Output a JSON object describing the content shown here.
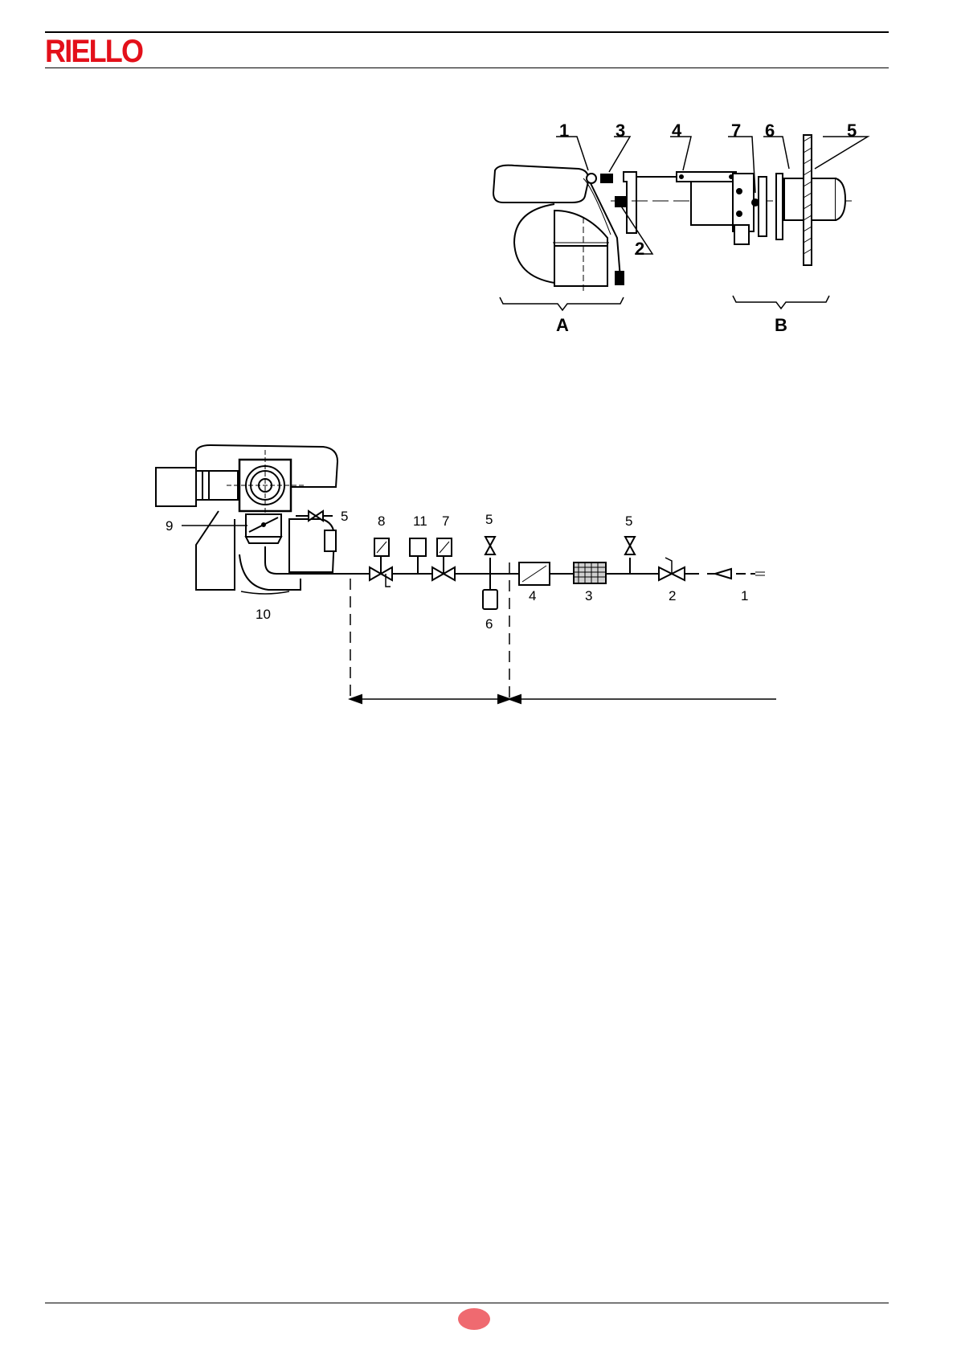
{
  "header": {
    "brand": "RIELLO",
    "brand_color": "#e3101a"
  },
  "footer": {
    "page_badge_color": "#ef6a70"
  },
  "figure_top": {
    "callouts": [
      "1",
      "2",
      "3",
      "4",
      "5",
      "6",
      "7"
    ],
    "groups": [
      "A",
      "B"
    ]
  },
  "figure_bottom": {
    "callouts": [
      "1",
      "2",
      "3",
      "4",
      "5",
      "5",
      "5",
      "6",
      "7",
      "8",
      "9",
      "10",
      "11"
    ]
  }
}
